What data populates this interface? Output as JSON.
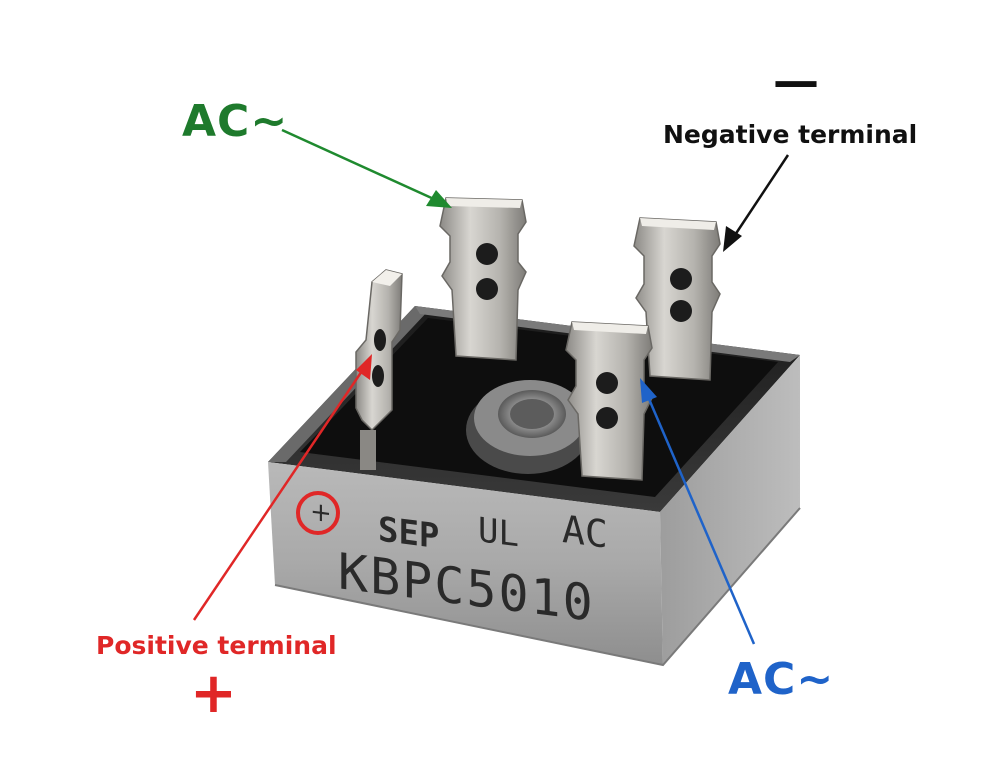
{
  "labels": {
    "ac_top": "AC~",
    "negative_sign": "—",
    "negative": "Negative terminal",
    "positive": "Positive terminal",
    "positive_sign": "+",
    "ac_bottom": "AC~"
  },
  "part_marking": {
    "logo": "SEP",
    "ul_mark": "UL",
    "ac_text": "AC",
    "plus_mark": "+",
    "model": "KBPC5010"
  },
  "colors": {
    "ac_top": "#1e7a2c",
    "negative": "#111111",
    "positive": "#e02727",
    "ac_bottom": "#1f63c9"
  }
}
